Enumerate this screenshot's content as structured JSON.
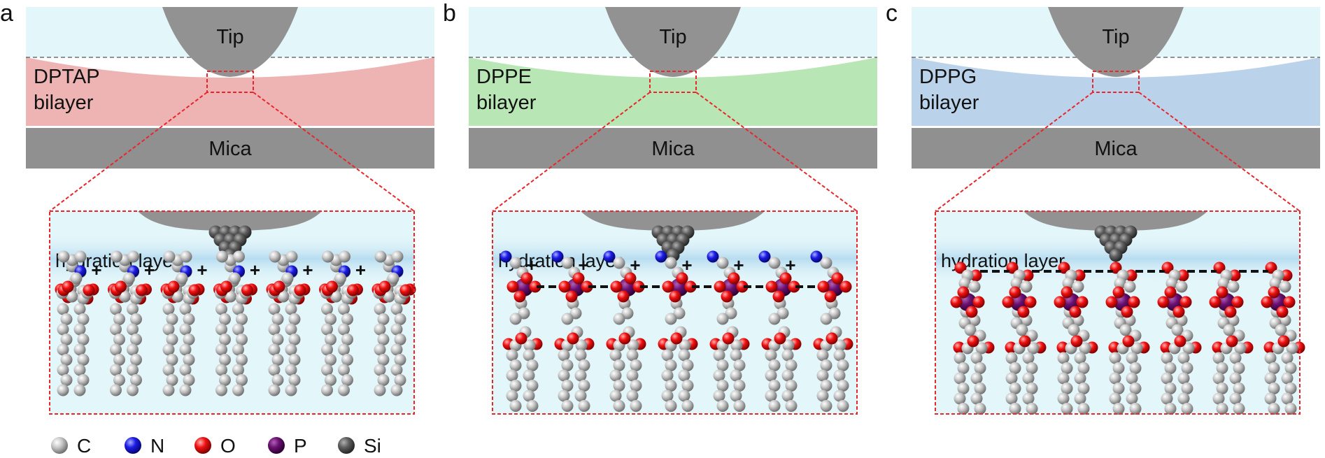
{
  "panels": [
    {
      "letter": "a",
      "tip_label": "Tip",
      "bilayer_line1": "DPTAP",
      "bilayer_line2": "bilayer",
      "substrate_label": "Mica",
      "layer_label": "hydration layer",
      "lipid": "DPTAP",
      "bilayer_color": "#EEB4B4",
      "interaction_symbol": "+"
    },
    {
      "letter": "b",
      "tip_label": "Tip",
      "bilayer_line1": "DPPE",
      "bilayer_line2": "bilayer",
      "substrate_label": "Mica",
      "layer_label": "hydration layer",
      "lipid": "DPPE",
      "bilayer_color": "#B8E6B4",
      "interaction_symbol": "+"
    },
    {
      "letter": "c",
      "tip_label": "Tip",
      "bilayer_line1": "DPPG",
      "bilayer_line2": "bilayer",
      "substrate_label": "Mica",
      "layer_label": "hydration layer",
      "lipid": "DPPG",
      "bilayer_color": "#BAD3EB",
      "interaction_symbol": ""
    }
  ],
  "legend": [
    {
      "symbol": "C",
      "color": "#C4C4C4",
      "icon": "carbon-atom-icon"
    },
    {
      "symbol": "N",
      "color": "#1C1CE6",
      "icon": "nitrogen-atom-icon"
    },
    {
      "symbol": "O",
      "color": "#F01010",
      "icon": "oxygen-atom-icon"
    },
    {
      "symbol": "P",
      "color": "#6A1070",
      "icon": "phosphorus-atom-icon"
    },
    {
      "symbol": "Si",
      "color": "#5E5E5E",
      "icon": "silicon-atom-icon"
    }
  ],
  "colors": {
    "water": "#E3F6FA",
    "tip": "#929292",
    "mica": "#909090",
    "zoom_box": "#E8262B",
    "hydration_band": "#B7DCF0"
  }
}
